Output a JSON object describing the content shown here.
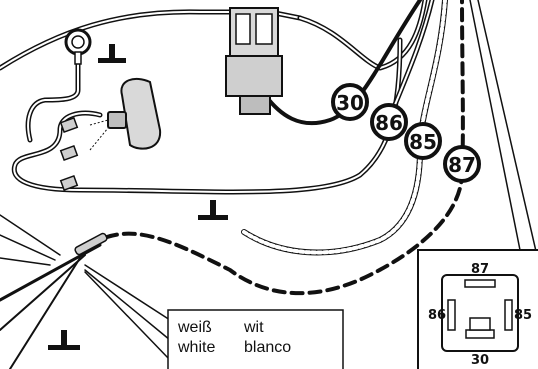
{
  "terminals": {
    "t30": "30",
    "t86": "86",
    "t85": "85",
    "t87": "87"
  },
  "relay_pinout": {
    "top": "87",
    "left": "86",
    "right": "85",
    "bottom": "30"
  },
  "legend": {
    "row1_col1": "weiß",
    "row1_col2": "wit",
    "row2_col1": "white",
    "row2_col2": "blanco"
  },
  "colors": {
    "wire": "#111111",
    "background": "#ffffff"
  }
}
